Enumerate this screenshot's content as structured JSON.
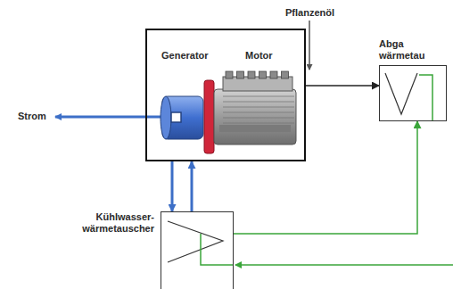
{
  "diagram": {
    "nodes": [
      {
        "text": [
          "Generator",
          "Motor"
        ]
      },
      {
        "text": [
          "Abga wärmetau"
        ]
      },
      {
        "text": [
          "Kühlwasser- wärmetauscher"
        ]
      }
    ],
    "edges": [
      {
        "from": 0,
        "to": 1,
        "arrow": "to"
      },
      {
        "from": 0,
        "to": 2,
        "arrow": "to"
      },
      {
        "from": 2,
        "to": 0,
        "arrow": "to"
      },
      {
        "from": 2,
        "to": 1,
        "arrow": "to"
      }
    ],
    "labels": [
      "Pflanzenöl",
      "Strom"
    ]
  }
}
